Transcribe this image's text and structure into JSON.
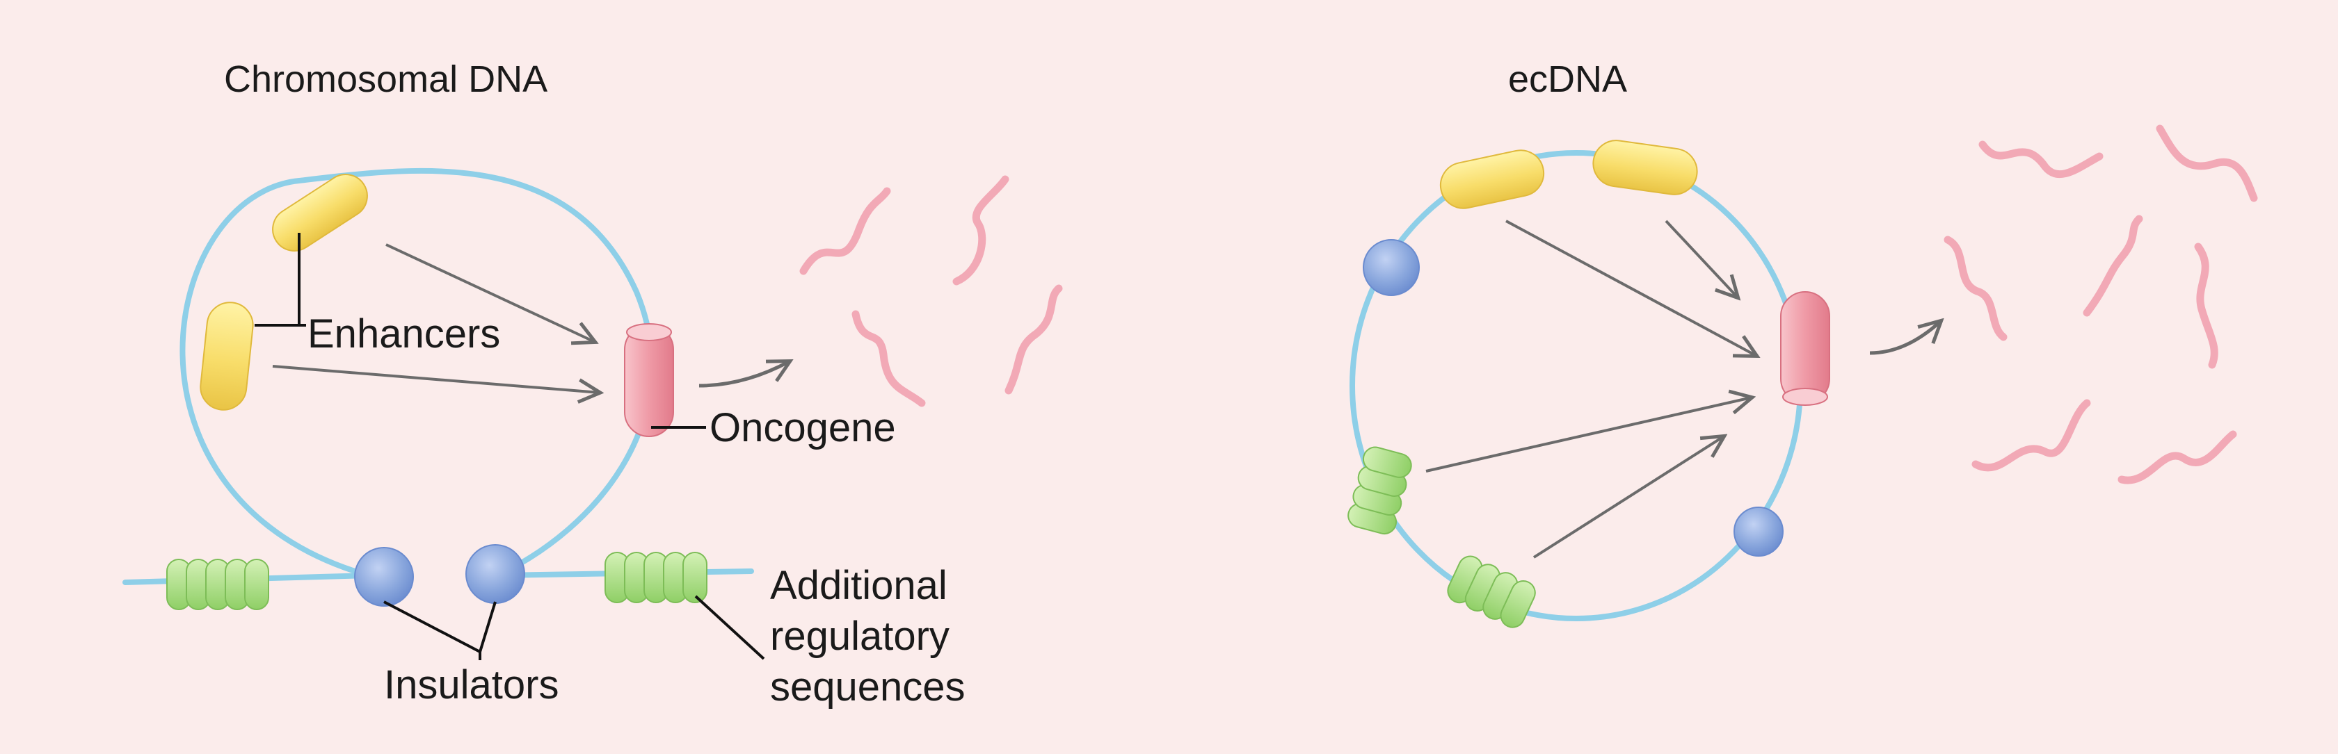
{
  "panels": {
    "chromosomal": {
      "title": "Chromosomal DNA",
      "labels": {
        "enhancers": "Enhancers",
        "oncogene": "Oncogene",
        "insulators": "Insulators",
        "additional": [
          "Additional",
          "regulatory",
          "sequences"
        ]
      }
    },
    "ecdna": {
      "title": "ecDNA"
    }
  },
  "colors": {
    "background": "#fbeceb",
    "dna_strand": "#8ecfe8",
    "enhancer": "#f8dd6a",
    "oncogene": "#ef9aa6",
    "insulator": "#8aa7dd",
    "regulatory": "#a9dc85",
    "transcript": "#f2a9b6",
    "arrow": "#6b6b6b",
    "leader": "#111111"
  }
}
